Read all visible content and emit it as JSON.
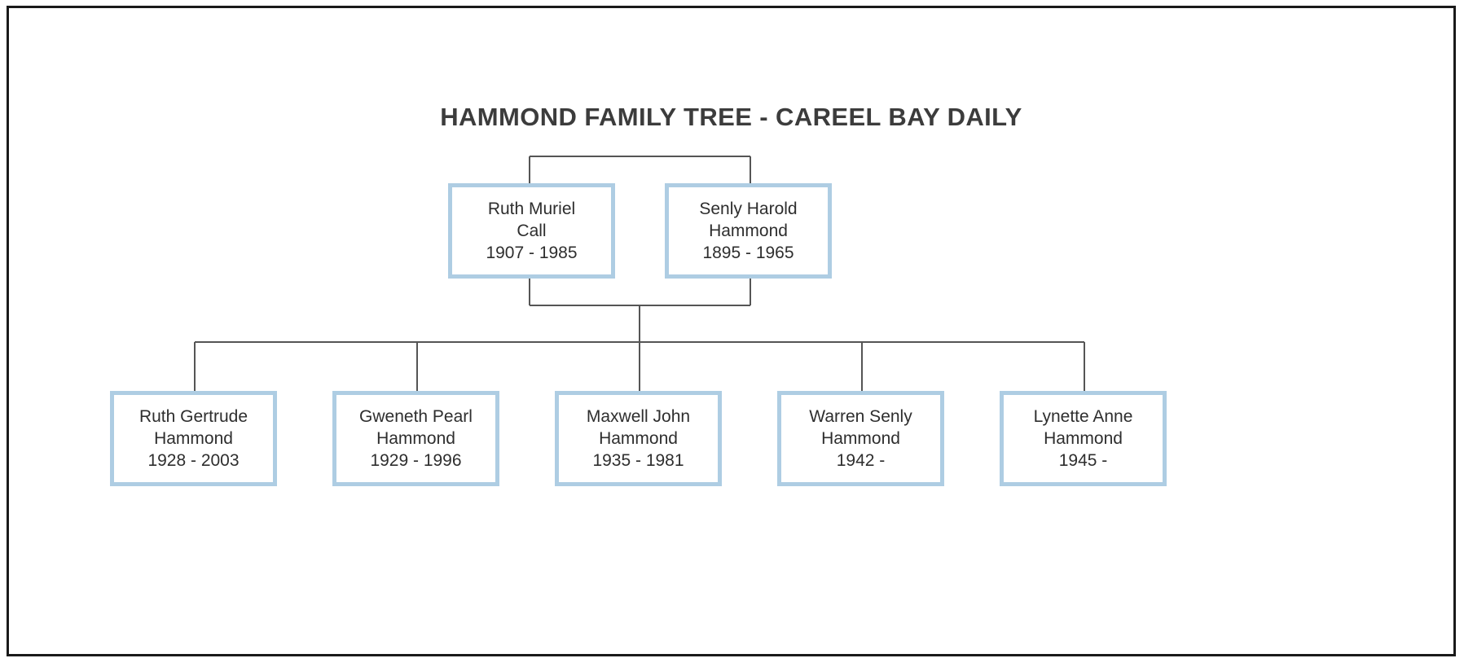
{
  "document": {
    "title": "HAMMOND FAMILY TREE - CAREEL BAY DAILY",
    "background_color": "#ffffff",
    "frame_color": "#1a1a1a",
    "node_border_color": "#aecde3",
    "node_fill_color": "#ffffff",
    "connector_color": "#555555",
    "text_color": "#2e2e2e",
    "title_color": "#3c3c3c"
  },
  "chart_data": {
    "type": "diagram",
    "diagram_type": "family-tree",
    "title": "HAMMOND FAMILY TREE - CAREEL BAY DAILY",
    "generations": 2,
    "couple": [
      {
        "id": "ruth-muriel-call",
        "given": "Ruth Muriel",
        "surname": "Call",
        "dates": "1907 - 1985",
        "birth": 1907,
        "death": 1985
      },
      {
        "id": "senly-harold-hammond",
        "given": "Senly Harold",
        "surname": "Hammond",
        "dates": "1895 - 1965",
        "birth": 1895,
        "death": 1965
      }
    ],
    "children": [
      {
        "id": "ruth-gertrude-hammond",
        "given": "Ruth Gertrude",
        "surname": "Hammond",
        "dates": "1928 - 2003",
        "birth": 1928,
        "death": 2003
      },
      {
        "id": "gweneth-pearl-hammond",
        "given": "Gweneth Pearl",
        "surname": "Hammond",
        "dates": "1929 - 1996",
        "birth": 1929,
        "death": 1996
      },
      {
        "id": "maxwell-john-hammond",
        "given": "Maxwell John",
        "surname": "Hammond",
        "dates": "1935 - 1981",
        "birth": 1935,
        "death": 1981
      },
      {
        "id": "warren-senly-hammond",
        "given": "Warren Senly",
        "surname": "Hammond",
        "dates": "1942 -",
        "birth": 1942,
        "death": null
      },
      {
        "id": "lynette-anne-hammond",
        "given": "Lynette Anne",
        "surname": "Hammond",
        "dates": "1945 -",
        "birth": 1945,
        "death": null
      }
    ]
  }
}
